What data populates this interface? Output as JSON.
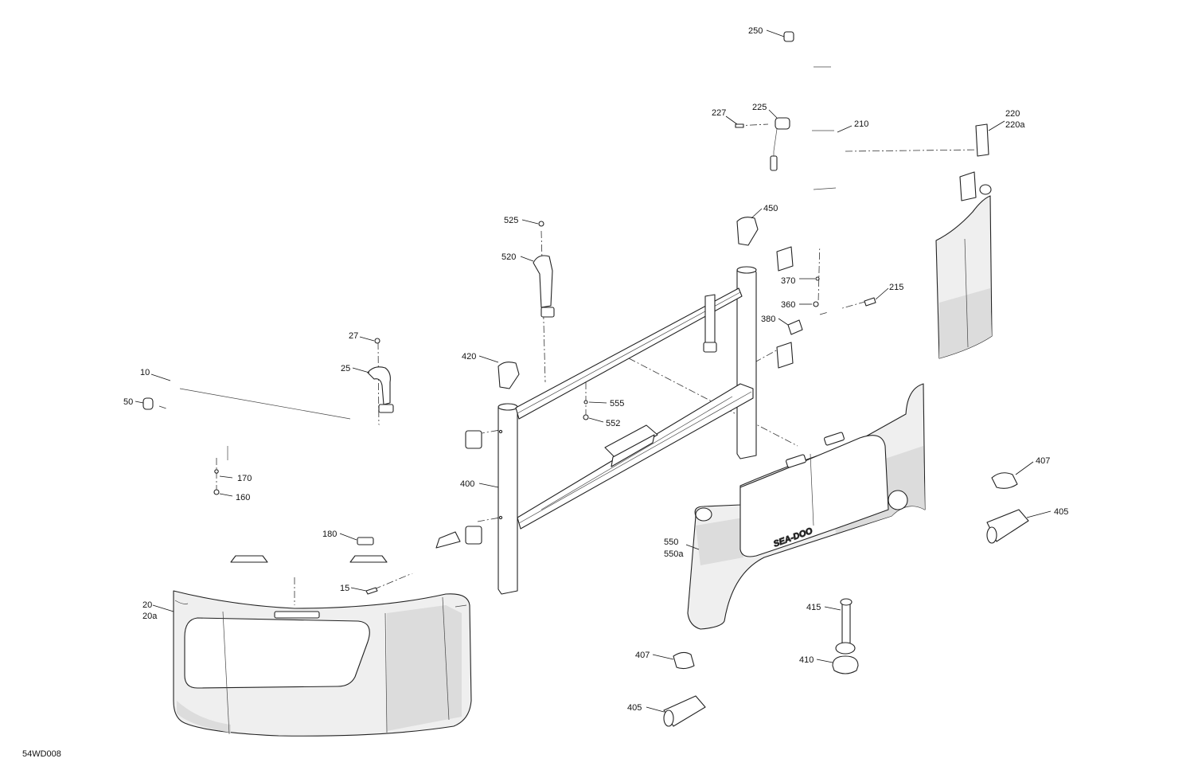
{
  "diagram": {
    "reference_code": "54WD008",
    "brand_mark": "SEA-DOO",
    "callouts": [
      {
        "id": "c10",
        "text": "10"
      },
      {
        "id": "c15",
        "text": "15"
      },
      {
        "id": "c20",
        "text": "20"
      },
      {
        "id": "c20a",
        "text": "20a"
      },
      {
        "id": "c25",
        "text": "25"
      },
      {
        "id": "c27",
        "text": "27"
      },
      {
        "id": "c50",
        "text": "50"
      },
      {
        "id": "c160",
        "text": "160"
      },
      {
        "id": "c170",
        "text": "170"
      },
      {
        "id": "c180",
        "text": "180"
      },
      {
        "id": "c210",
        "text": "210"
      },
      {
        "id": "c215",
        "text": "215"
      },
      {
        "id": "c220",
        "text": "220"
      },
      {
        "id": "c220a",
        "text": "220a"
      },
      {
        "id": "c225",
        "text": "225"
      },
      {
        "id": "c227",
        "text": "227"
      },
      {
        "id": "c250",
        "text": "250"
      },
      {
        "id": "c360",
        "text": "360"
      },
      {
        "id": "c370",
        "text": "370"
      },
      {
        "id": "c380",
        "text": "380"
      },
      {
        "id": "c400",
        "text": "400"
      },
      {
        "id": "c405a",
        "text": "405"
      },
      {
        "id": "c405b",
        "text": "405"
      },
      {
        "id": "c407a",
        "text": "407"
      },
      {
        "id": "c407b",
        "text": "407"
      },
      {
        "id": "c410",
        "text": "410"
      },
      {
        "id": "c415",
        "text": "415"
      },
      {
        "id": "c420",
        "text": "420"
      },
      {
        "id": "c450",
        "text": "450"
      },
      {
        "id": "c520",
        "text": "520"
      },
      {
        "id": "c525",
        "text": "525"
      },
      {
        "id": "c550",
        "text": "550"
      },
      {
        "id": "c550a",
        "text": "550a"
      },
      {
        "id": "c552",
        "text": "552"
      },
      {
        "id": "c555",
        "text": "555"
      }
    ]
  }
}
